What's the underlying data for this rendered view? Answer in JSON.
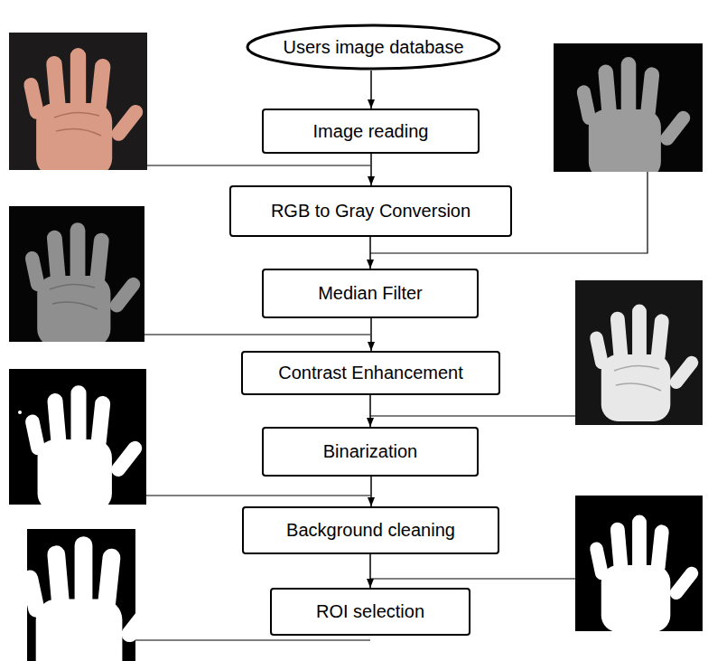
{
  "diagram": {
    "nodes": [
      {
        "text": [
          "Users image database"
        ]
      },
      {
        "text": [
          "Image reading"
        ]
      },
      {
        "text": [
          "RGB to Gray Conversion"
        ]
      },
      {
        "text": [
          "Median Filter"
        ]
      },
      {
        "text": [
          "Contrast Enhancement"
        ]
      },
      {
        "text": [
          "Binarization"
        ]
      },
      {
        "text": [
          "Background cleaning"
        ]
      },
      {
        "text": [
          "ROI selection"
        ]
      }
    ],
    "edges": [
      {
        "from": 0,
        "to": 1,
        "arrow": "to"
      },
      {
        "from": 1,
        "to": 2,
        "arrow": "to"
      },
      {
        "from": 2,
        "to": 3,
        "arrow": "to"
      },
      {
        "from": 3,
        "to": 4,
        "arrow": "to"
      },
      {
        "from": 4,
        "to": 5,
        "arrow": "to"
      },
      {
        "from": 5,
        "to": 6,
        "arrow": "to"
      },
      {
        "from": 6,
        "to": 7,
        "arrow": "to"
      }
    ]
  }
}
